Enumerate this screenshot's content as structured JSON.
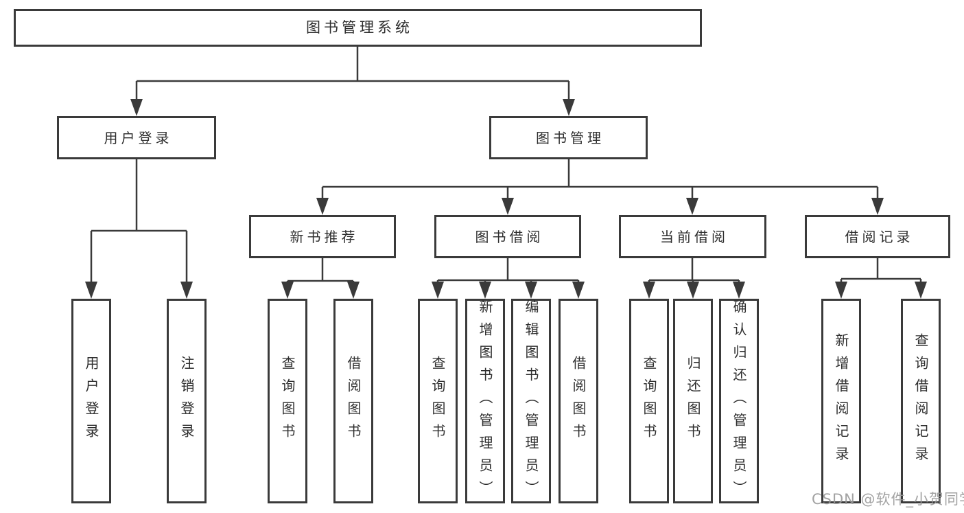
{
  "diagram": {
    "title": "图书管理系统",
    "nodes": {
      "root": "图书管理系统",
      "user_login": "用户登录",
      "book_mgmt": "图书管理",
      "new_book_rec": "新书推荐",
      "book_borrow": "图书借阅",
      "current_borrow": "当前借阅",
      "borrow_records": "借阅记录"
    },
    "leaves": {
      "user_login_leaf": "用户登录",
      "logout": "注销登录",
      "query_book_1": "查询图书",
      "borrow_book_1": "借阅图书",
      "query_book_2": "查询图书",
      "add_book_admin": "新增图书（管理员）",
      "edit_book_admin": "编辑图书（管理员）",
      "borrow_book_2": "借阅图书",
      "query_book_3": "查询图书",
      "return_book": "归还图书",
      "confirm_return_admin": "确认归还（管理员）",
      "add_borrow_record": "新增借阅记录",
      "query_borrow_record": "查询借阅记录"
    },
    "colors": {
      "line": "#3a3a3a",
      "text": "#2e2e2e",
      "watermark": "#969696",
      "background": "#ffffff"
    }
  },
  "watermark": "CSDN @软件_小贺同学"
}
